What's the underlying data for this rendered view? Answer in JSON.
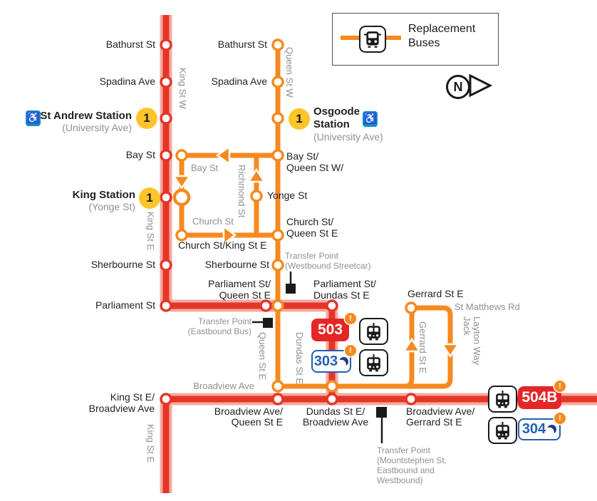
{
  "title": "Streetcar replacement bus route map",
  "colors": {
    "red_line": "#e53529",
    "red_casing": "#f5ab9f",
    "orange_line": "#f6891f",
    "yellow_line1": "#ffc429",
    "access_blue": "#1789cf",
    "night_blue": "#2360b0",
    "night_moon": "#1d3c85",
    "alert_orange": "#f6891f",
    "badge_red": "#e42626",
    "text_black": "#231f20",
    "text_gray": "#8e9092",
    "marker_black": "#1a1a1a"
  },
  "legend": {
    "line1": "Replacement",
    "line2": "Buses"
  },
  "compass": {
    "north": "N"
  },
  "icons": {
    "wheelchair_icon": "♿",
    "bus_icon": "bus front glyph",
    "streetcar_icon": "streetcar front glyph",
    "moon_icon": "crescent moon",
    "alert_icon": "!"
  },
  "badges": {
    "line1": "1",
    "alert": "!",
    "b503": "503",
    "b303": "303",
    "b504b": "504B",
    "b304": "304"
  },
  "stations": {
    "bathurst_king": "Bathurst St",
    "spadina_king": "Spadina Ave",
    "st_andrew": "St Andrew Station",
    "st_andrew_sub": "(University Ave)",
    "bay_king": "Bay St",
    "king_station": "King Station",
    "king_station_sub": "(Yonge St)",
    "sherbourne_king": "Sherbourne St",
    "parliament_king": "Parliament St",
    "king_broadview_1": "King St E/",
    "king_broadview_2": "Broadview Ave",
    "bathurst_queen": "Bathurst St",
    "spadina_queen": "Spadina Ave",
    "osgoode_1": "Osgoode",
    "osgoode_2": "Station",
    "osgoode_sub": "(University Ave)",
    "bay_queen_1": "Bay St/",
    "bay_queen_2": "Queen St W/",
    "yonge": "Yonge St",
    "church_queen_1": "Church St/",
    "church_queen_2": "Queen St E",
    "church_king": "Church St/King St E",
    "sherbourne_queen": "Sherbourne St",
    "parliament_queen_1": "Parliament St/",
    "parliament_queen_2": "Queen St E",
    "parliament_dundas_1": "Parliament St/",
    "parliament_dundas_2": "Dundas St E",
    "gerrard_e": "Gerrard St E",
    "broadview_queen_1": "Broadview Ave/",
    "broadview_queen_2": "Queen St E",
    "dundas_broadview_1": "Dundas St E/",
    "dundas_broadview_2": "Broadview Ave",
    "broadview_gerrard_1": "Broadview Ave/",
    "broadview_gerrard_2": "Gerrard St E"
  },
  "streets": {
    "king_st_w": "King St W",
    "queen_st_w": "Queen St W",
    "bay_st": "Bay St",
    "richmond_st": "Richmond St",
    "church_st": "Church St",
    "king_st_e_mid": "King St E",
    "queen_st_e": "Queen St E",
    "dundas_st_e": "Dundas St E",
    "gerrard_st_e": "Gerrard St E",
    "jack_1": "Jack",
    "jack_2": "Layton Way",
    "st_matthews": "St Matthews Rd",
    "broadview_ave": "Broadview Ave",
    "king_st_e_bottom": "King St E"
  },
  "transfers": {
    "westbound_1": "Transfer Point",
    "westbound_2": "(Westbound Streetcar)",
    "eastbound_1": "Transfer Point",
    "eastbound_2": "(Eastbound Bus)",
    "mountstephen_1": "Transfer Point",
    "mountstephen_2": "(Mountstephen St,",
    "mountstephen_3": "Eastbound and",
    "mountstephen_4": "Westbound)"
  }
}
